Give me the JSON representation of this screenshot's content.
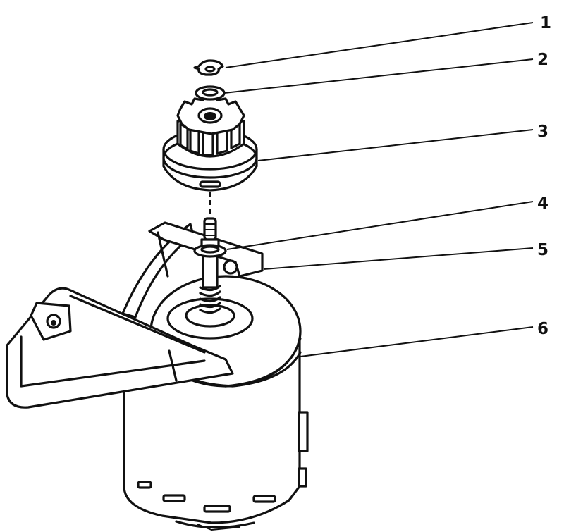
{
  "callouts": [
    {
      "number": "1",
      "part": "retaining-ring"
    },
    {
      "number": "2",
      "part": "thrust-washer"
    },
    {
      "number": "3",
      "part": "pinion-gear"
    },
    {
      "number": "4",
      "part": "spring-retainer"
    },
    {
      "number": "5",
      "part": "mounting-bracket"
    },
    {
      "number": "6",
      "part": "starter-motor-housing"
    }
  ]
}
